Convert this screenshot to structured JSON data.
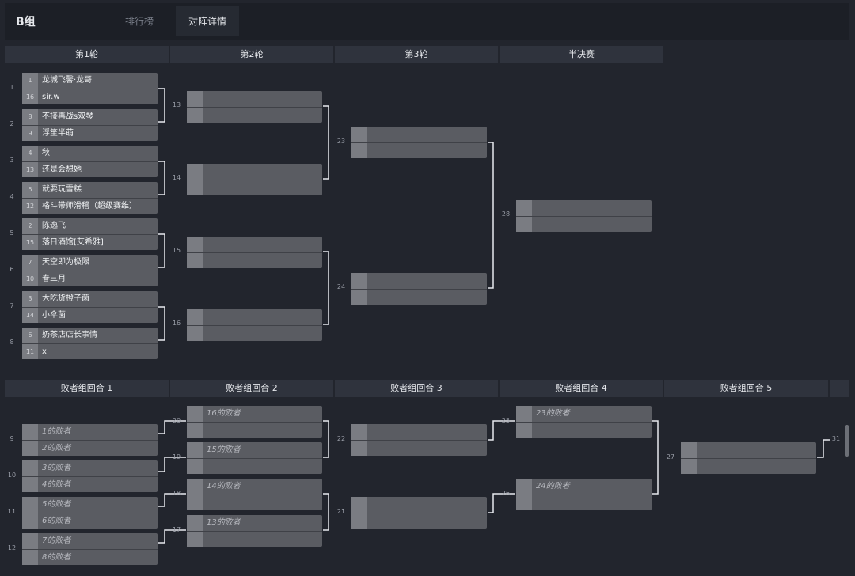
{
  "header": {
    "group_title": "B组",
    "tabs": [
      "排行榜",
      "对阵详情"
    ],
    "active_tab": "对阵详情"
  },
  "winners_rounds": [
    "第1轮",
    "第2轮",
    "第3轮",
    "半决赛"
  ],
  "losers_rounds": [
    "败者组回合 1",
    "败者组回合 2",
    "败者组回合 3",
    "败者组回合 4",
    "败者组回合 5"
  ],
  "winners_round1": [
    {
      "num": "1",
      "top": {
        "seed": "1",
        "name": "龙城飞馨·龙哥"
      },
      "bottom": {
        "seed": "16",
        "name": "sir.w"
      }
    },
    {
      "num": "2",
      "top": {
        "seed": "8",
        "name": "不接再战s双琴"
      },
      "bottom": {
        "seed": "9",
        "name": "浮笙半萌"
      }
    },
    {
      "num": "3",
      "top": {
        "seed": "4",
        "name": "秋"
      },
      "bottom": {
        "seed": "13",
        "name": "还是会想她"
      }
    },
    {
      "num": "4",
      "top": {
        "seed": "5",
        "name": "就要玩雪糕"
      },
      "bottom": {
        "seed": "12",
        "name": "格斗带师滑稽（超级赛维）"
      }
    },
    {
      "num": "5",
      "top": {
        "seed": "2",
        "name": "陈逸飞"
      },
      "bottom": {
        "seed": "15",
        "name": "落日酒馆[艾希雅]"
      }
    },
    {
      "num": "6",
      "top": {
        "seed": "7",
        "name": "天空即为极限"
      },
      "bottom": {
        "seed": "10",
        "name": "春三月"
      }
    },
    {
      "num": "7",
      "top": {
        "seed": "3",
        "name": "大吃货橙子菌"
      },
      "bottom": {
        "seed": "14",
        "name": "小伞菌"
      }
    },
    {
      "num": "8",
      "top": {
        "seed": "6",
        "name": "奶茶店店长事情"
      },
      "bottom": {
        "seed": "11",
        "name": "x"
      }
    }
  ],
  "winners_later": {
    "m13": "13",
    "m14": "14",
    "m15": "15",
    "m16": "16",
    "m23": "23",
    "m24": "24",
    "m28": "28"
  },
  "losers_round1": [
    {
      "num": "9",
      "top": "1的败者",
      "bottom": "2的败者"
    },
    {
      "num": "10",
      "top": "3的败者",
      "bottom": "4的败者"
    },
    {
      "num": "11",
      "top": "5的败者",
      "bottom": "6的败者"
    },
    {
      "num": "12",
      "top": "7的败者",
      "bottom": "8的败者"
    }
  ],
  "losers_round2": [
    {
      "num": "20",
      "top": "16的败者"
    },
    {
      "num": "19",
      "top": "15的败者"
    },
    {
      "num": "18",
      "top": "14的败者"
    },
    {
      "num": "17",
      "top": "13的败者"
    }
  ],
  "losers_round3": {
    "m22": "22",
    "m21": "21"
  },
  "losers_round4": [
    {
      "num": "25",
      "top": "23的败者"
    },
    {
      "num": "26",
      "top": "24的败者"
    }
  ],
  "losers_round5": {
    "m27": "27"
  },
  "final_num": "31"
}
